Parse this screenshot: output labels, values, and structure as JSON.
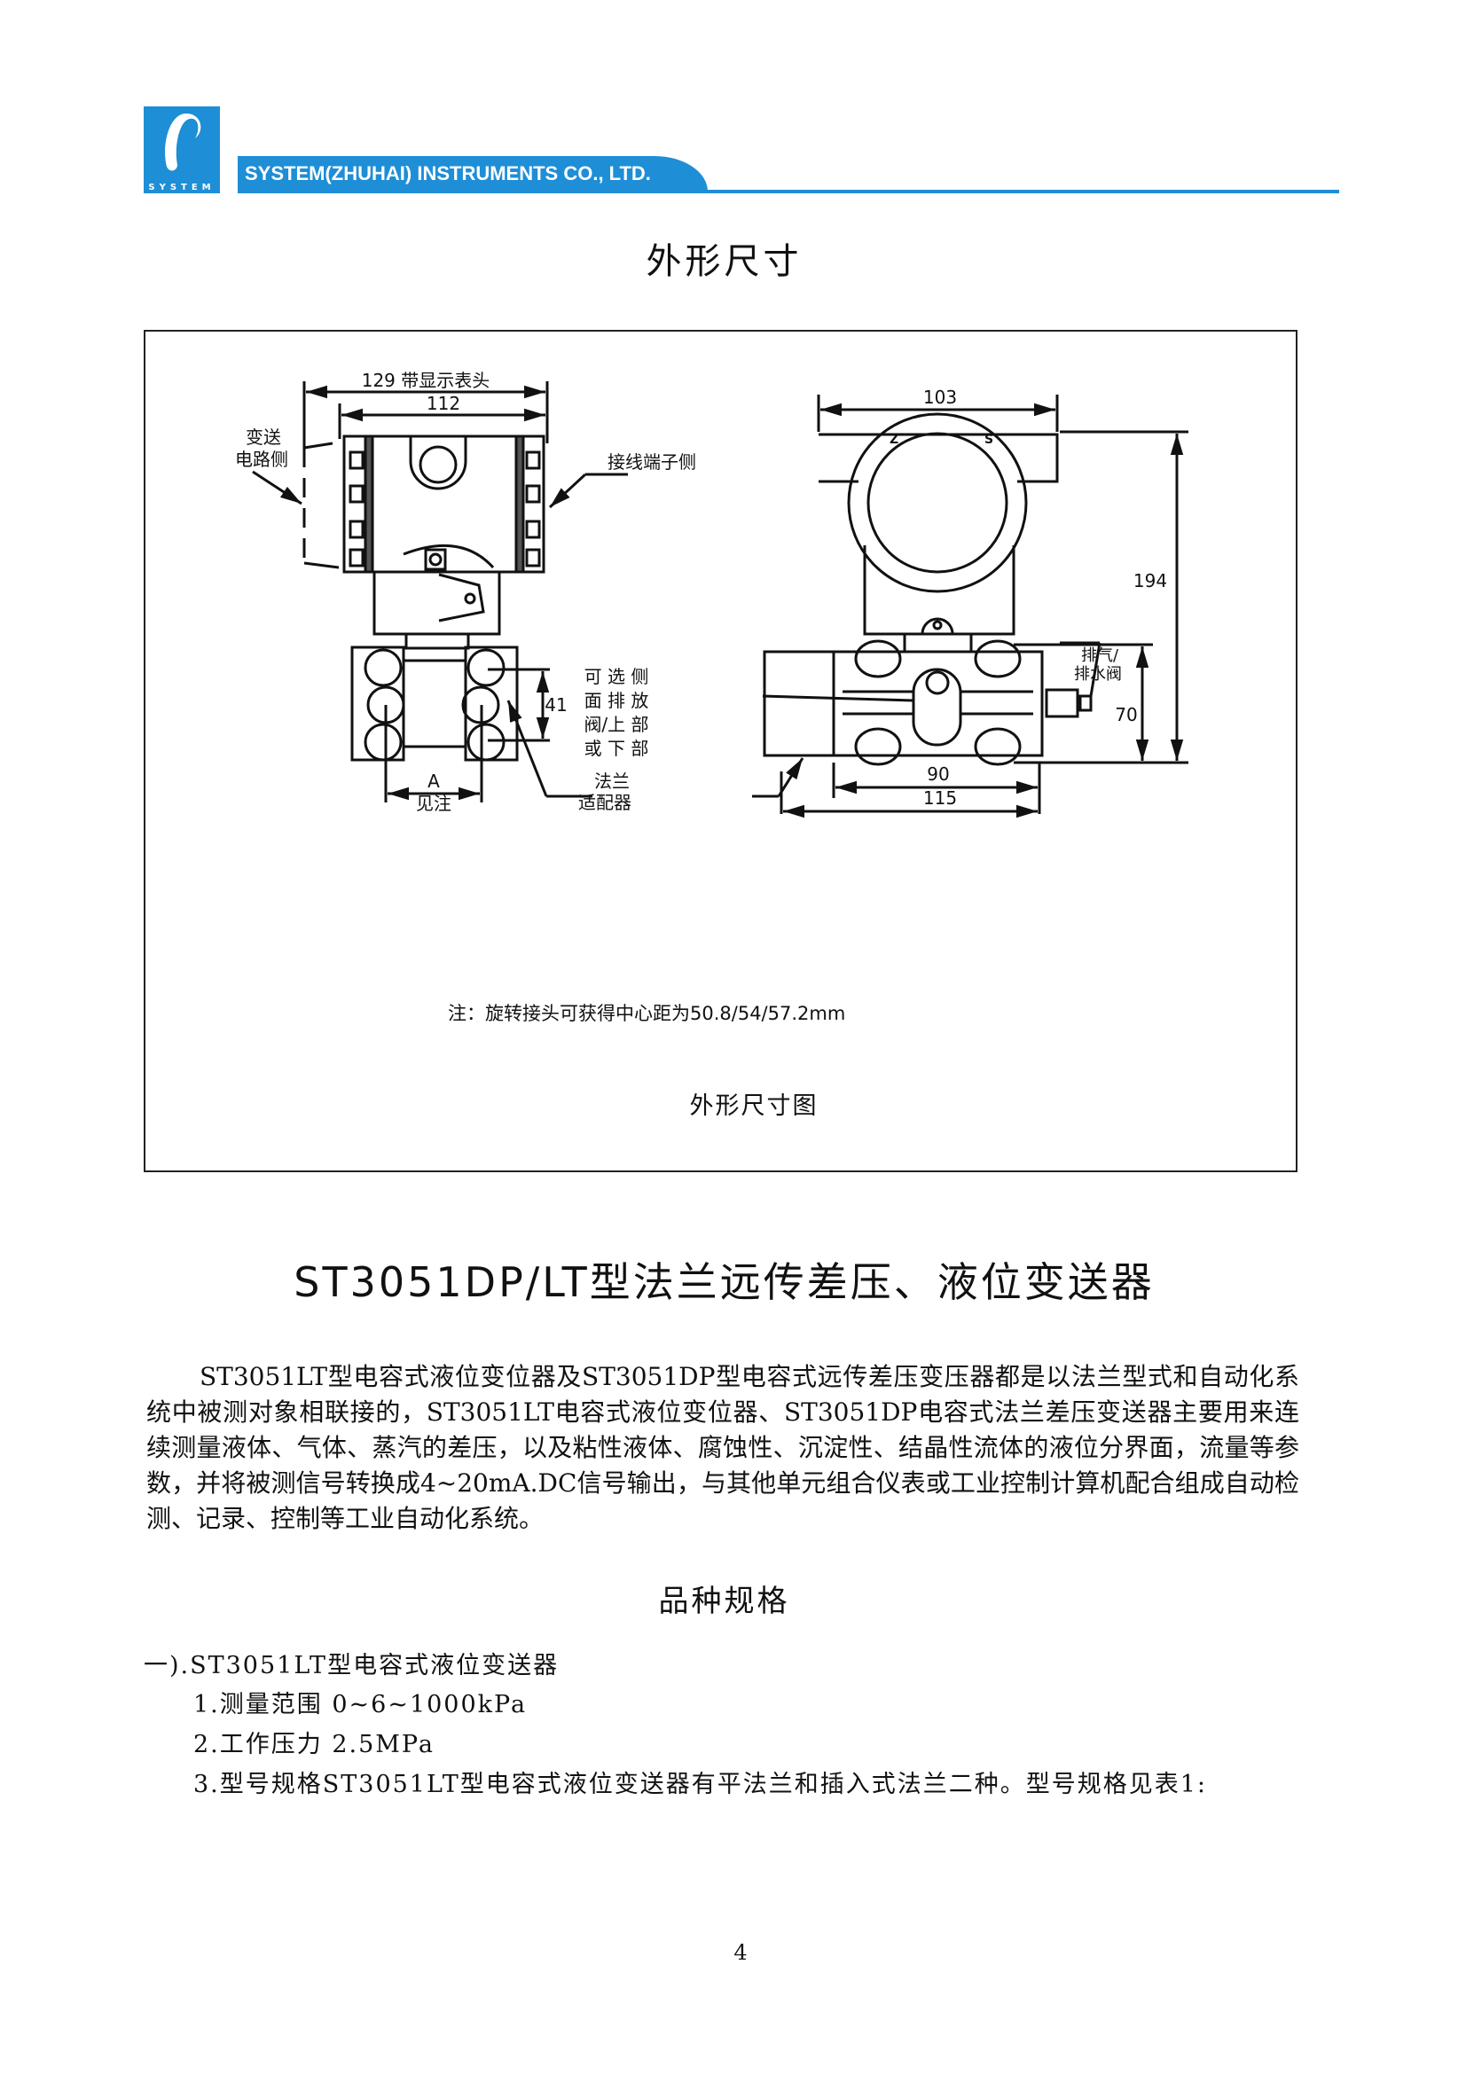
{
  "header": {
    "logo_text": "SYSTEM",
    "company": "SYSTEM(ZHUHAI) INSTRUMENTS CO., LTD.",
    "brand_color": "#1e8ed6"
  },
  "section_title": "外形尺寸",
  "diagram": {
    "dim_129": "129 带显示表头",
    "dim_112": "112",
    "label_circuit_side_1": "变送",
    "label_circuit_side_2": "电路侧",
    "label_terminal_side": "接线端子侧",
    "dim_41": "41",
    "label_drain_1": "可 选 侧",
    "label_drain_2": "面 排 放",
    "label_drain_3": "阀/上 部",
    "label_drain_4": "或 下 部",
    "label_flange_1": "法兰",
    "label_flange_2": "适配器",
    "dim_a": "A",
    "dim_a_note": "见注",
    "dim_103": "103",
    "dim_194": "194",
    "dim_70": "70",
    "label_vent_1": "排气/",
    "label_vent_2": "排水阀",
    "dim_90": "90",
    "dim_115": "115",
    "mark_z": "Z",
    "mark_s": "S",
    "note": "注：旋转接头可获得中心距为50.8/54/57.2mm",
    "caption": "外形尺寸图"
  },
  "heading": "ST3051DP/LT型法兰远传差压、液位变送器",
  "paragraph": "ST3051LT型电容式液位变位器及ST3051DP型电容式远传差压变压器都是以法兰型式和自动化系统中被测对象相联接的，ST3051LT电容式液位变位器、ST3051DP电容式法兰差压变送器主要用来连续测量液体、气体、蒸汽的差压，以及粘性液体、腐蚀性、沉淀性、结晶性流体的液位分界面，流量等参数，并将被测信号转换成4~20mA.DC信号输出，与其他单元组合仪表或工业控制计算机配合组成自动检测、记录、控制等工业自动化系统。",
  "subheading": "品种规格",
  "list": {
    "group_title": "一).ST3051LT型电容式液位变送器",
    "items": [
      "1.测量范围 0~6~1000kPa",
      "2.工作压力 2.5MPa",
      "3.型号规格ST3051LT型电容式液位变送器有平法兰和插入式法兰二种。型号规格见表1:"
    ]
  },
  "page_number": "4"
}
